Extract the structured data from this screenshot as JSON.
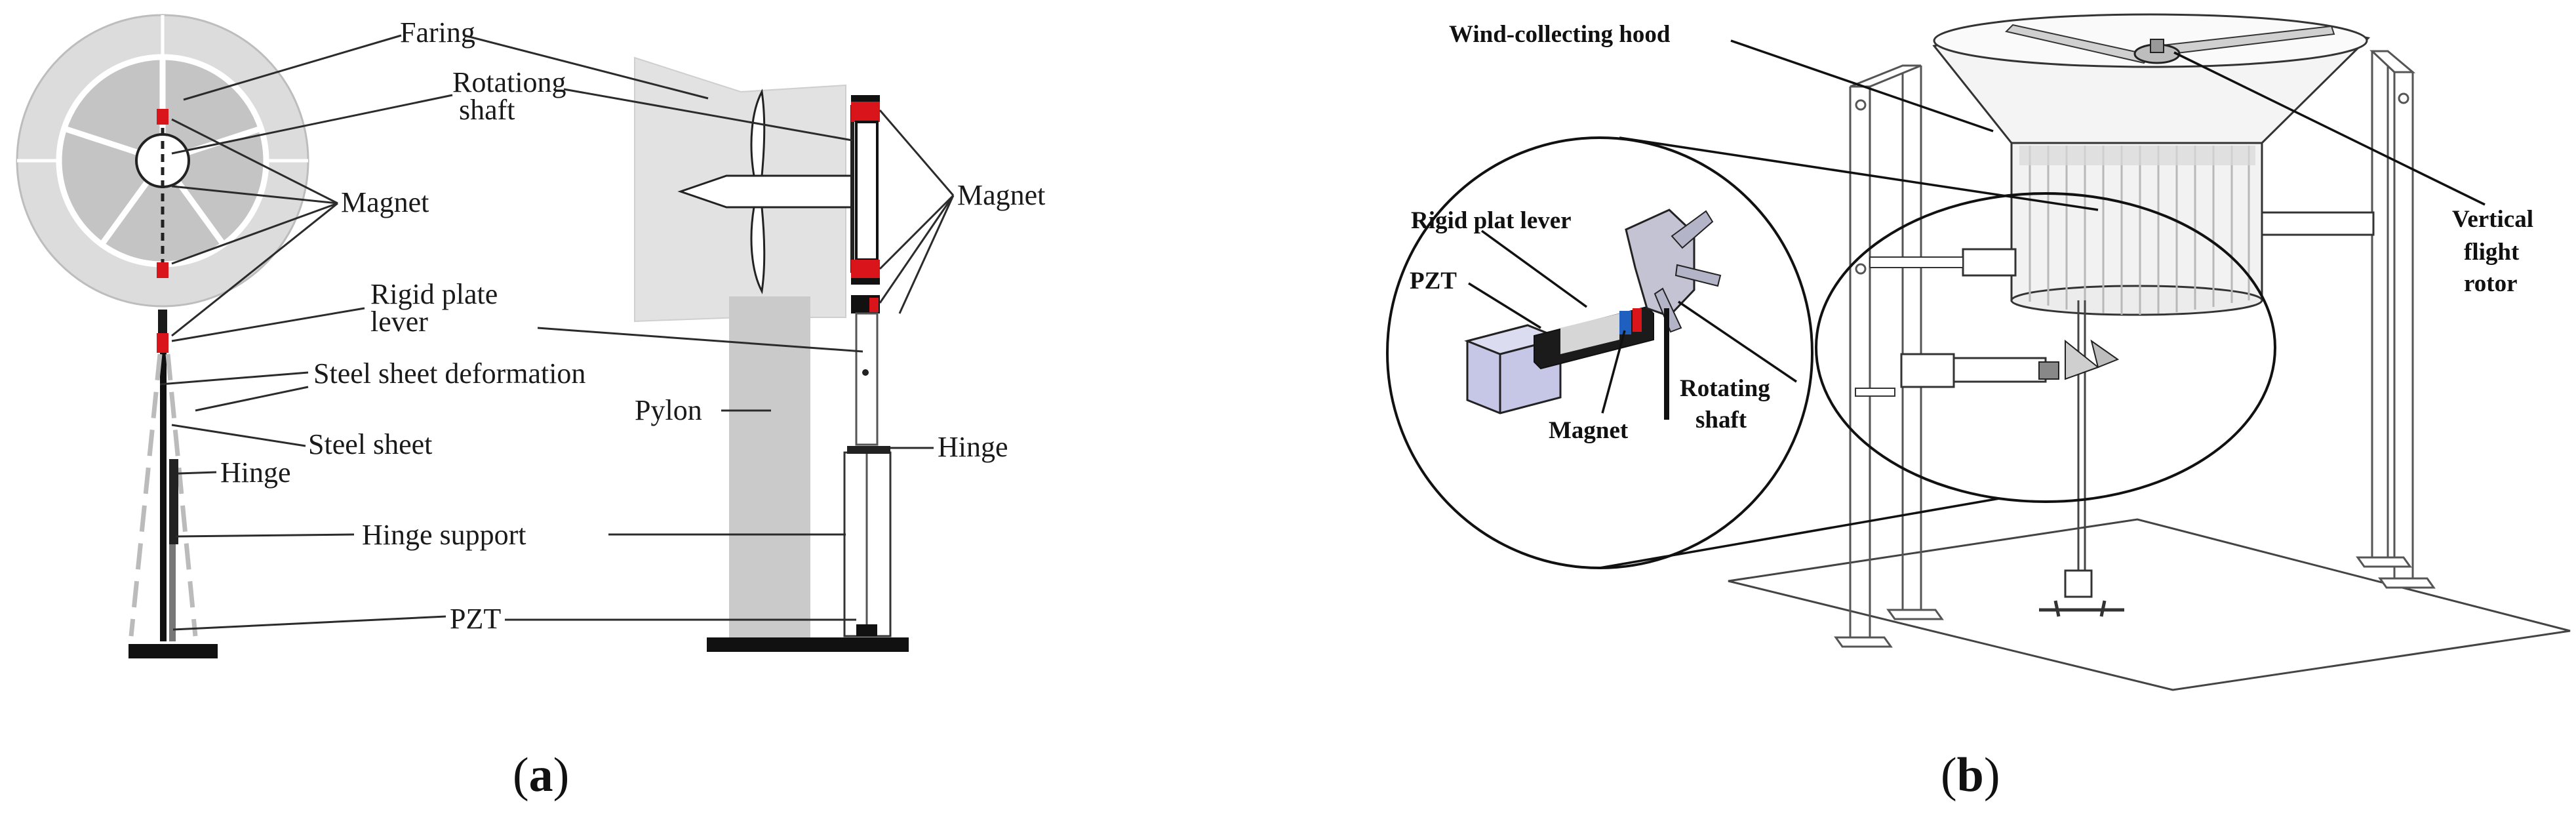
{
  "panel_a": {
    "caption_open": "(",
    "caption_letter": "a",
    "caption_close": ")",
    "labels": {
      "faring": "Faring",
      "rotationg_shaft_1": "Rotationg",
      "rotationg_shaft_2": "shaft",
      "magnet_left": "Magnet",
      "magnet_right": "Magnet",
      "rigid_plate_1": "Rigid plate",
      "rigid_plate_2": "lever",
      "steel_sheet_deformation": "Steel sheet deformation",
      "steel_sheet": "Steel sheet",
      "hinge_left": "Hinge",
      "hinge_right": "Hinge",
      "pylon": "Pylon",
      "hinge_support": "Hinge support",
      "pzt": "PZT"
    }
  },
  "panel_b": {
    "caption_open": "(",
    "caption_letter": "b",
    "caption_close": ")",
    "labels": {
      "wind_collecting_hood": "Wind-collecting hood",
      "vertical_1": "Vertical",
      "vertical_2": "flight",
      "vertical_3": "rotor",
      "rigid_plat_lever": "Rigid plat lever",
      "pzt": "PZT",
      "magnet": "Magnet",
      "rotating_1": "Rotating",
      "rotating_2": "shaft"
    }
  }
}
